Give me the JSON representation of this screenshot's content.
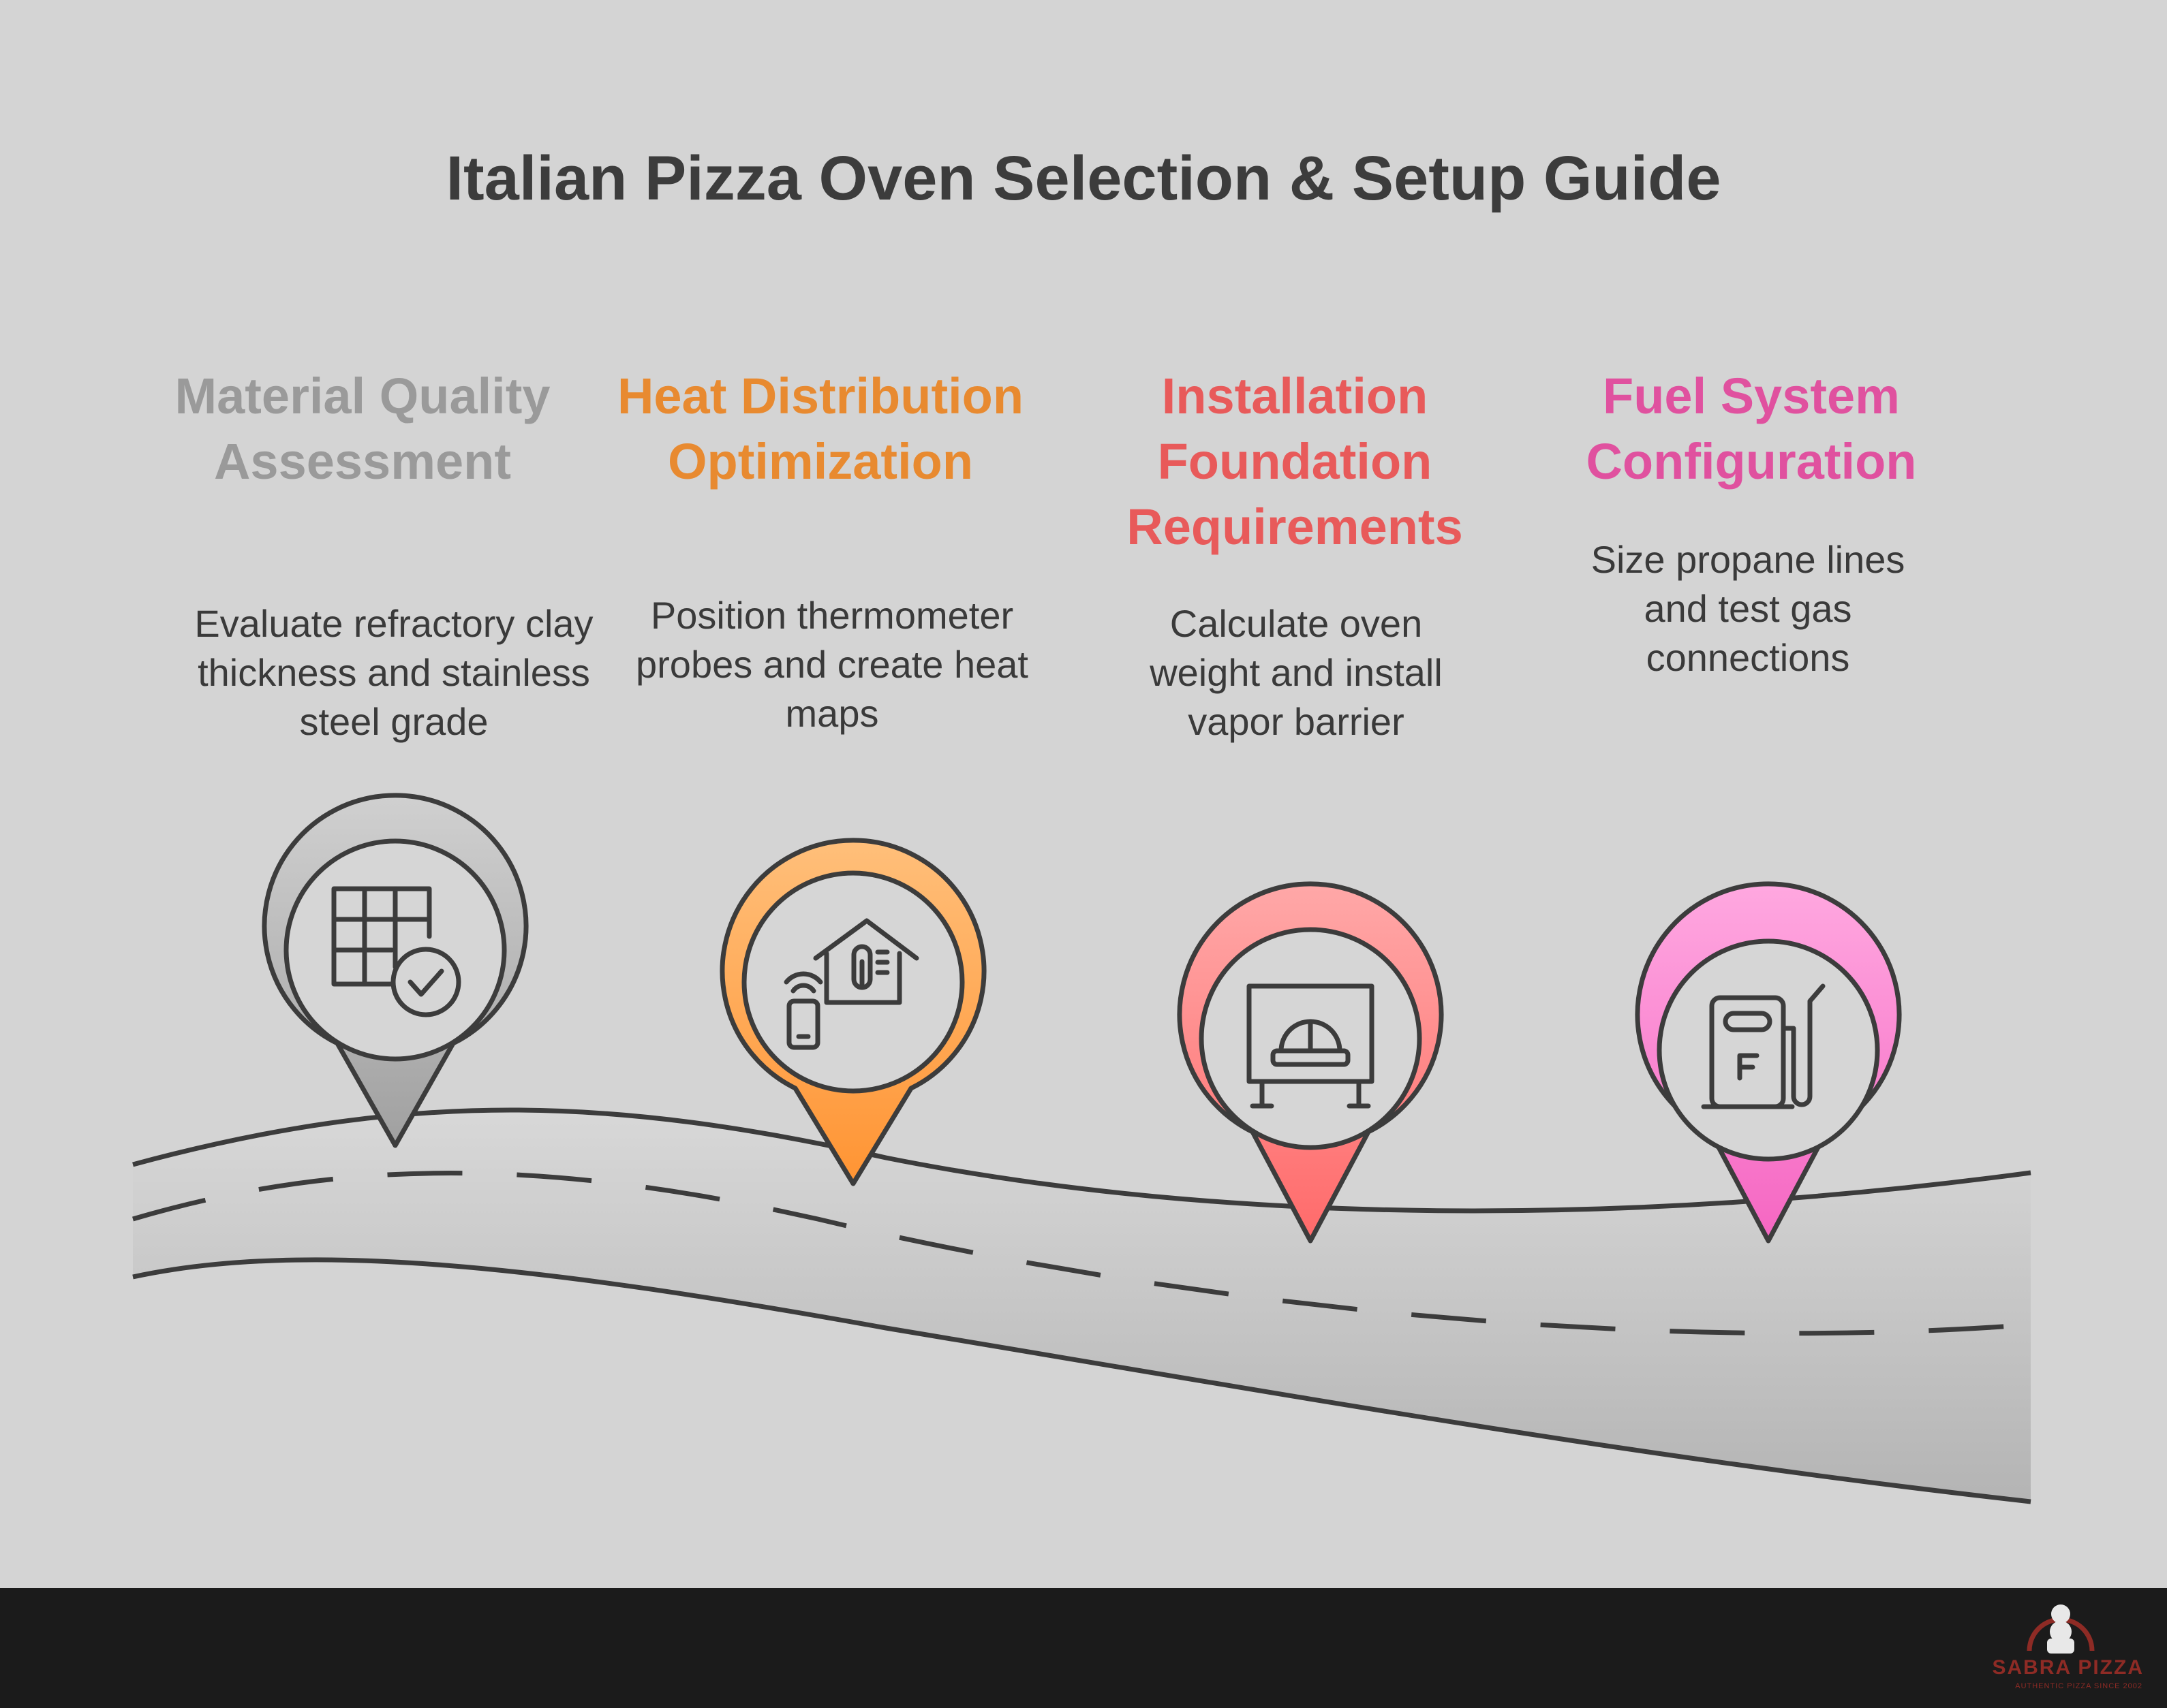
{
  "title": "Italian Pizza Oven Selection & Setup Guide",
  "stages": [
    {
      "title": "Material Quality Assessment",
      "description": "Evaluate refractory clay thickness and stainless steel grade",
      "color": "#9a9a9a",
      "icon": "tile-grid-check-icon"
    },
    {
      "title": "Heat Distribution Optimization",
      "description": "Position thermometer probes and create heat maps",
      "color": "#e88a30",
      "icon": "smart-home-thermometer-icon"
    },
    {
      "title": "Installation Foundation Requirements",
      "description": "Calculate oven weight and install vapor barrier",
      "color": "#e85a5a",
      "icon": "construction-helmet-sign-icon"
    },
    {
      "title": "Fuel System Configuration",
      "description": "Size propane lines and test gas connections",
      "color": "#e0519f",
      "icon": "fuel-pump-icon"
    }
  ],
  "footer": {
    "logo_text": "SABRA PIZZA",
    "logo_sub": "AUTHENTIC PIZZA SINCE 2002"
  }
}
